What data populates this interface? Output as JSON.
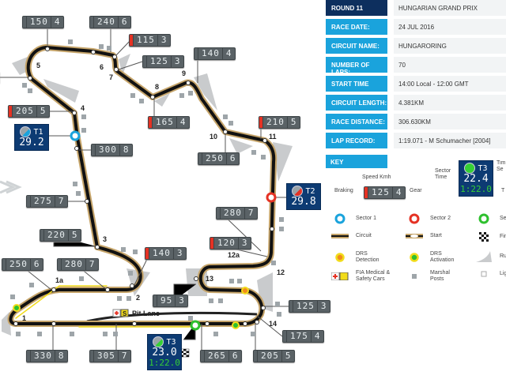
{
  "info": {
    "rows": [
      {
        "label": "ROUND 11",
        "value": "HUNGARIAN GRAND PRIX"
      },
      {
        "label": "RACE DATE:",
        "value": "24 JUL 2016"
      },
      {
        "label": "CIRCUIT NAME:",
        "value": "HUNGARORING"
      },
      {
        "label": "NUMBER OF LAPS:",
        "value": "70"
      },
      {
        "label": "START TIME",
        "value": "14:00 Local - 12:00 GMT"
      },
      {
        "label": "CIRCUIT LENGTH:",
        "value": "4.381KM"
      },
      {
        "label": "RACE DISTANCE:",
        "value": "306.630KM"
      },
      {
        "label": "LAP RECORD:",
        "value": "1:19.071 - M Schumacher [2004]"
      }
    ]
  },
  "key": {
    "title": "KEY",
    "speed_label": "Speed Kmh",
    "braking_label": "Braking",
    "gear_label": "Gear",
    "sector_time_label": "Sector Time",
    "time_label": "Tim Se",
    "lap_label": "T",
    "example_speed": "125",
    "example_gear": "4",
    "example_sector": "T3",
    "example_time": "22.4",
    "example_lap": "1:22.0",
    "items": [
      {
        "label": "Sector 1",
        "icon": "sector1-icon",
        "color": "#1aa3dc"
      },
      {
        "label": "Sector 2",
        "icon": "sector2-icon",
        "color": "#e53224"
      },
      {
        "label": "Sector",
        "icon": "sector3-icon",
        "color": "#2ec02e"
      },
      {
        "label": "Circuit",
        "icon": "circuit-icon"
      },
      {
        "label": "Start",
        "icon": "start-icon"
      },
      {
        "label": "Finish",
        "icon": "finish-flag-icon"
      },
      {
        "label": "DRS Detection",
        "icon": "drs-detection-icon",
        "color": "#f08c1e"
      },
      {
        "label": "DRS Activation",
        "icon": "drs-activation-icon",
        "color": "#2ec02e"
      },
      {
        "label": "Run-o Areas",
        "icon": "runoff-area-icon"
      },
      {
        "label": "FIA Medical & Safety Cars",
        "icon": "medical-safety-car-icon"
      },
      {
        "label": "Marshal Posts",
        "icon": "marshal-post-icon"
      },
      {
        "label": "Light Panels",
        "icon": "light-panel-icon"
      }
    ]
  },
  "map": {
    "pit_lane": "Pit Lane",
    "speed_labels": [
      {
        "speed": "150",
        "gear": "4",
        "braking": false
      },
      {
        "speed": "240",
        "gear": "6",
        "braking": false
      },
      {
        "speed": "115",
        "gear": "3",
        "braking": true
      },
      {
        "speed": "125",
        "gear": "3",
        "braking": false
      },
      {
        "speed": "140",
        "gear": "4",
        "braking": false
      },
      {
        "speed": "205",
        "gear": "5",
        "braking": true
      },
      {
        "speed": "300",
        "gear": "8",
        "braking": false
      },
      {
        "speed": "165",
        "gear": "4",
        "braking": true
      },
      {
        "speed": "210",
        "gear": "5",
        "braking": true
      },
      {
        "speed": "250",
        "gear": "6",
        "braking": false
      },
      {
        "speed": "275",
        "gear": "7",
        "braking": false
      },
      {
        "speed": "280",
        "gear": "7",
        "braking": false
      },
      {
        "speed": "220",
        "gear": "5",
        "braking": false
      },
      {
        "speed": "120",
        "gear": "3",
        "braking": true
      },
      {
        "speed": "140",
        "gear": "3",
        "braking": true
      },
      {
        "speed": "250",
        "gear": "6",
        "braking": false
      },
      {
        "speed": "280",
        "gear": "7",
        "braking": false
      },
      {
        "speed": "95",
        "gear": "3",
        "braking": false
      },
      {
        "speed": "125",
        "gear": "3",
        "braking": false
      },
      {
        "speed": "175",
        "gear": "4",
        "braking": false
      },
      {
        "speed": "330",
        "gear": "8",
        "braking": false
      },
      {
        "speed": "305",
        "gear": "7",
        "braking": false
      },
      {
        "speed": "265",
        "gear": "6",
        "braking": false
      },
      {
        "speed": "205",
        "gear": "5",
        "braking": false
      },
      {
        "speed": "",
        "gear": "4",
        "braking": false
      }
    ],
    "sectors": [
      {
        "name": "T1",
        "time": "29.2"
      },
      {
        "name": "T2",
        "time": "29.8"
      },
      {
        "name": "T3",
        "time": "23.0",
        "lap": "1:22.0"
      }
    ],
    "turns": [
      "1",
      "1a",
      "2",
      "3",
      "4",
      "5",
      "6",
      "7",
      "8",
      "9",
      "10",
      "11",
      "12",
      "12a",
      "13",
      "14"
    ]
  }
}
